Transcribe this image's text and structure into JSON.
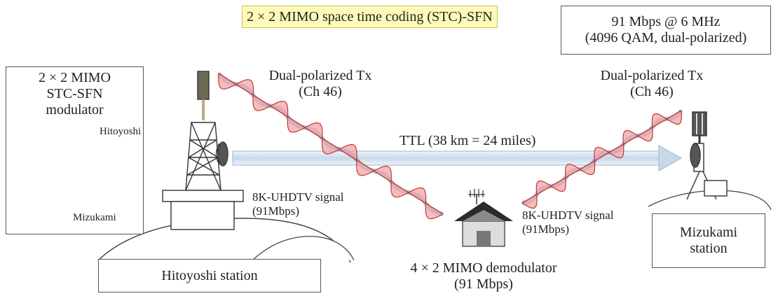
{
  "banner": {
    "title": "2 × 2 MIMO space time coding  (STC)-SFN"
  },
  "spec_box": {
    "line1": "91 Mbps @ 6 MHz",
    "line2": "(4096 QAM, dual-polarized)"
  },
  "modulator_box": {
    "line1": "2 × 2 MIMO",
    "line2": "STC-SFN",
    "line3": "modulator",
    "output_top": "Hitoyoshi",
    "output_bottom": "Mizukami"
  },
  "tx_left": {
    "line1": "Dual-polarized Tx",
    "line2": "(Ch 46)"
  },
  "tx_right": {
    "line1": "Dual-polarized Tx",
    "line2": "(Ch 46)"
  },
  "link": {
    "label": "TTL (38 km = 24 miles)"
  },
  "signal_left": {
    "line1": "8K-UHDTV signal",
    "line2": "(91Mbps)"
  },
  "signal_right": {
    "line1": "8K-UHDTV signal",
    "line2": "(91Mbps)"
  },
  "station_left": {
    "label": "Hitoyoshi station"
  },
  "station_right": {
    "line1": "Mizukami",
    "line2": "station"
  },
  "receiver": {
    "line1": "4 × 2 MIMO demodulator",
    "line2": "(91 Mbps)"
  },
  "colors": {
    "banner_bg": "#fdfbb9",
    "link_arrow": "#d6e3ef",
    "wave_fill": "#f2a5a8",
    "wave_stroke": "#c0392b",
    "blue_wave": "#4a8fd8",
    "output_blue": "#2a6be0",
    "output_red": "#e02a2a"
  }
}
